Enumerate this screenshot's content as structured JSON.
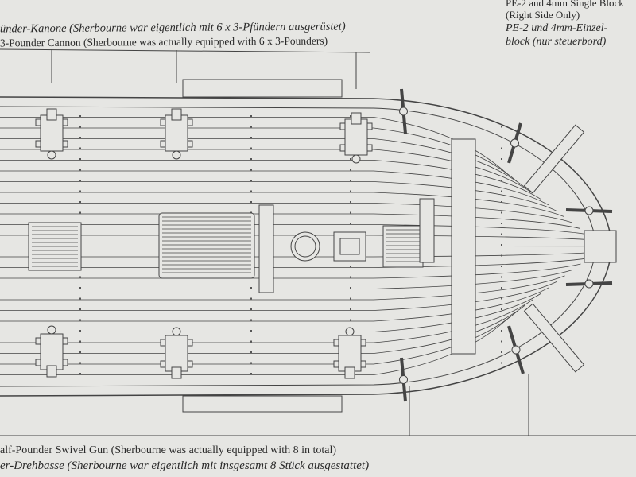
{
  "top_labels": {
    "cannon_de": "ünder-Kanone (Sherbourne war eigentlich mit 6 x 3-Pfündern ausgerüstet)",
    "cannon_en": "3-Pounder Cannon (Sherbourne was actually equipped with 6 x 3-Pounders)"
  },
  "right_labels": {
    "block_en_1": "PE-2 and 4mm Single Block",
    "block_en_2": "(Right Side Only)",
    "block_de_1": "PE-2 und 4mm-Einzel-",
    "block_de_2": "block (nur steuerbord)"
  },
  "bottom_labels": {
    "swivel_en": "alf-Pounder Swivel Gun (Sherbourne was actually equipped with 8 in total)",
    "swivel_de": "er-Drehbasse (Sherbourne war eigentlich mit insgesamt 8 Stück ausgestattet)"
  },
  "colors": {
    "paper": "#e6e6e3",
    "ink": "#3a3a3a"
  }
}
